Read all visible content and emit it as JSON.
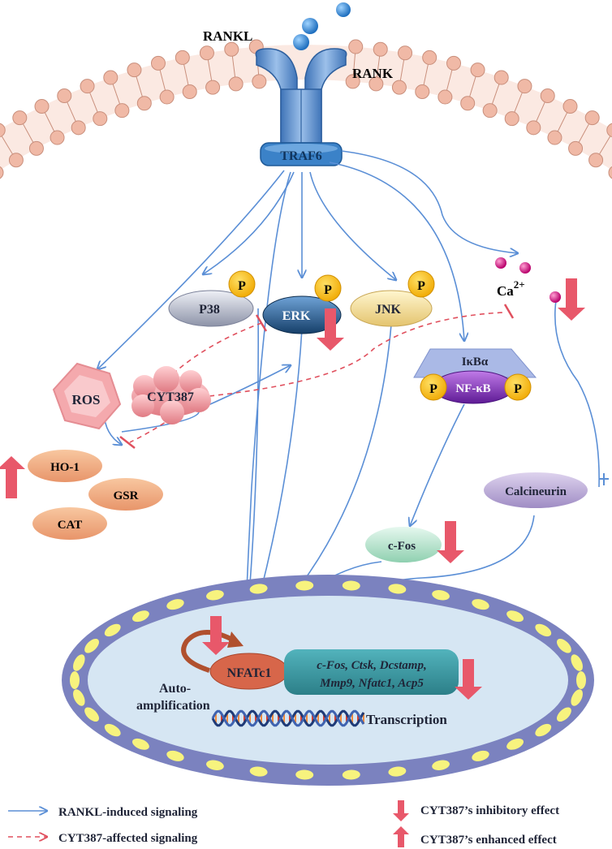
{
  "receptor": {
    "ligand_label": "RANKL",
    "receptor_label": "RANK",
    "adaptor_label": "TRAF6"
  },
  "kinases": {
    "p38": "P38",
    "erk": "ERK",
    "jnk": "JNK",
    "phospho": "P"
  },
  "calcium": {
    "label": "Ca",
    "superscript": "2+"
  },
  "nfkb": {
    "inhibitor_label": "IκBα",
    "factor_label": "NF-κB"
  },
  "oxidative": {
    "ros": "ROS",
    "drug": "CYT387",
    "ho1": "HO-1",
    "gsr": "GSR",
    "cat": "CAT"
  },
  "downstream": {
    "calcineurin": "Calcineurin",
    "cfos": "c-Fos",
    "nfatc1": "NFATc1",
    "auto_line1": "Auto-",
    "auto_line2": "amplification",
    "genes_line1": "c-Fos, Ctsk, Dcstamp,",
    "genes_line2": "Mmp9, Nfatc1, Acp5",
    "transcription": "Transcription"
  },
  "legend": {
    "rankl_signaling": "RANKL-induced signaling",
    "cyt_signaling": "CYT387-affected signaling",
    "inhibitory": "CYT387’s inhibitory effect",
    "enhanced": "CYT387’s enhanced effect"
  },
  "colors": {
    "signal_line": "#5b8fd6",
    "affected_line": "#e0505e",
    "effect_arrow": "#e8586a",
    "membrane_bead": "#f0b9a6",
    "receptor": "#5d8ecb",
    "phospho_fill": "#f5b800",
    "nucleus_border": "#7b82bf",
    "nucleus_fill": "#d6e6f3",
    "pore": "#f7f37e",
    "nfatc1_fill": "#d7664a",
    "gene_box": "#3d9aa3"
  }
}
